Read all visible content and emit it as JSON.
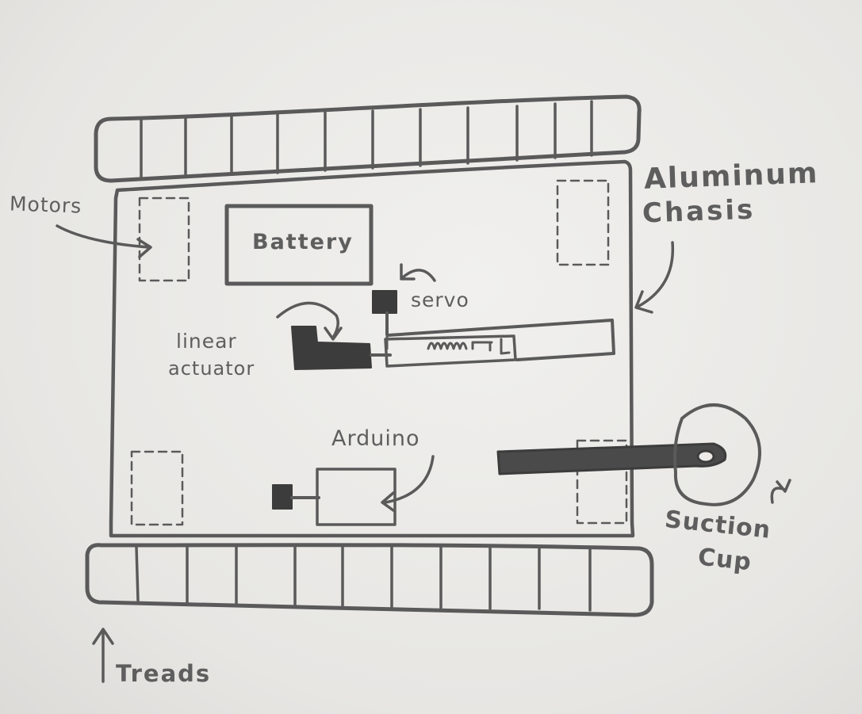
{
  "labels": {
    "motors": "Motors",
    "battery": "Battery",
    "servo": "servo",
    "linear_line1": "linear",
    "linear_line2": "actuator",
    "arduino": "Arduino",
    "aluminum_line1": "Aluminum",
    "aluminum_line2": "Chasis",
    "suction_line1": "Suction",
    "suction_line2": "Cup",
    "treads": "Treads"
  },
  "colors": {
    "pencil": "#5a5a5a",
    "pencil_dark": "#3c3c3c",
    "paper": "#ecebe9"
  }
}
